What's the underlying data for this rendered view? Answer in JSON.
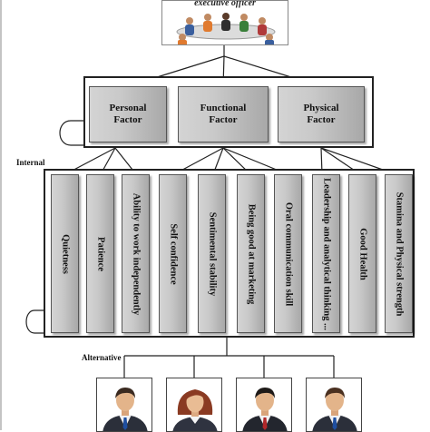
{
  "top_node": {
    "label": "executive officer"
  },
  "factors": [
    {
      "label": "Personal\nFactor"
    },
    {
      "label": "Functional\nFactor"
    },
    {
      "label": "Physical\nFactor"
    }
  ],
  "section_labels": {
    "internal": "Internal",
    "alternative": "Alternative"
  },
  "criteria": [
    {
      "label": "Quietness"
    },
    {
      "label": "Patience"
    },
    {
      "label": "Ability to work independently"
    },
    {
      "label": "Self confidence"
    },
    {
      "label": "Sentimental stability"
    },
    {
      "label": "Being good at marketing"
    },
    {
      "label": "Oral communication skill"
    },
    {
      "label": "Leadership and analytical thinking ..."
    },
    {
      "label": "Good Health"
    },
    {
      "label": "Stamina and Physical strength"
    }
  ],
  "alternatives": [
    {
      "icon": "businessman-icon"
    },
    {
      "icon": "businesswoman-icon"
    },
    {
      "icon": "businessman-icon"
    },
    {
      "icon": "businessman-icon"
    }
  ],
  "colors": {
    "box_light": "#d4d4d4",
    "box_dark": "#a8a8a8",
    "line": "#222222"
  }
}
